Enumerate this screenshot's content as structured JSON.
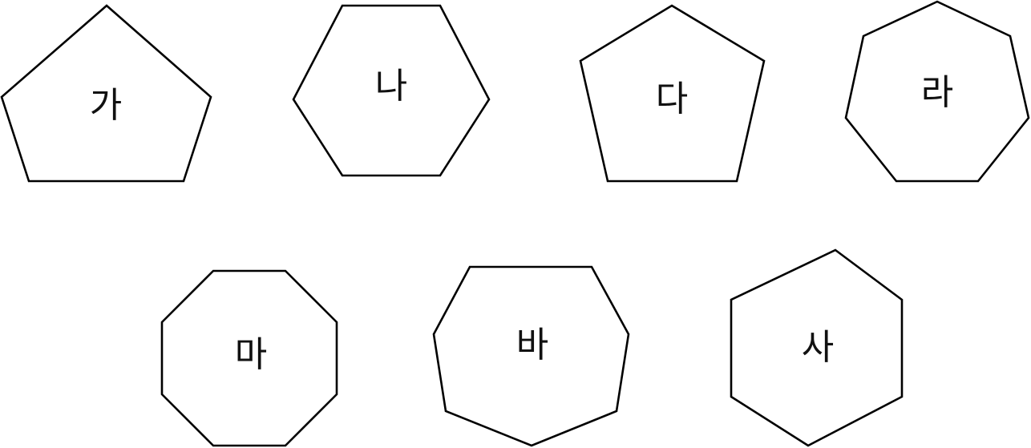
{
  "figure": {
    "shapes": [
      {
        "label": "가",
        "polygon": "pentagon"
      },
      {
        "label": "나",
        "polygon": "hexagon"
      },
      {
        "label": "다",
        "polygon": "pentagon"
      },
      {
        "label": "라",
        "polygon": "heptagon"
      },
      {
        "label": "마",
        "polygon": "octagon"
      },
      {
        "label": "바",
        "polygon": "heptagon"
      },
      {
        "label": "사",
        "polygon": "hexagon"
      }
    ]
  },
  "colors": {
    "stroke": "#000000",
    "fill": "#ffffff",
    "text": "#111111"
  }
}
